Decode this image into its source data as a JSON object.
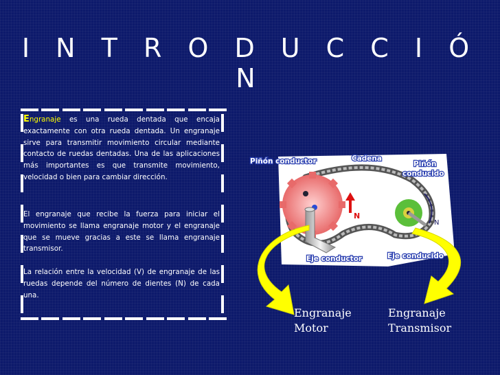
{
  "slide": {
    "title": "I N T R O D U C C I Ó N"
  },
  "text_block": {
    "p1_lead_big": "E",
    "p1_lead_small": "ngranaje",
    "p1_rest": " es una rueda dentada  que encaja exactamente con otra rueda dentada. Un engranaje sirve para transmitir movimiento circular mediante contacto de ruedas dentadas. Una de las aplicaciones más importantes es que transmite movimiento, velocidad o bien para cambiar dirección.",
    "p2": "El engranaje que recibe la fuerza para iniciar el movimiento se llama engranaje motor y el engranaje que se mueve gracias a este se llama engranaje transmisor.",
    "p3": "La relación entre la velocidad (V) de engranaje de las ruedas depende del número de dientes (N) de cada una."
  },
  "diagram": {
    "label_pinon_conductor": "Piñón conductor",
    "label_cadena": "Cadena",
    "label_pinon_conducido_1": "Piñón",
    "label_pinon_conducido_2": "conducido",
    "label_eje_conductor": "Eje conductor",
    "label_eje_conducido": "Eje conducido",
    "label_n1": "N",
    "label_n2": "N",
    "colors": {
      "arrow": "#ffff00",
      "gear_big": "#f08888",
      "gear_small": "#5bbf3a",
      "chain": "#7a7a7a"
    }
  },
  "captions": {
    "motor_line1": "Engranaje",
    "motor_line2": "Motor",
    "transmisor_line1": "Engranaje",
    "transmisor_line2": "Transmisor"
  }
}
